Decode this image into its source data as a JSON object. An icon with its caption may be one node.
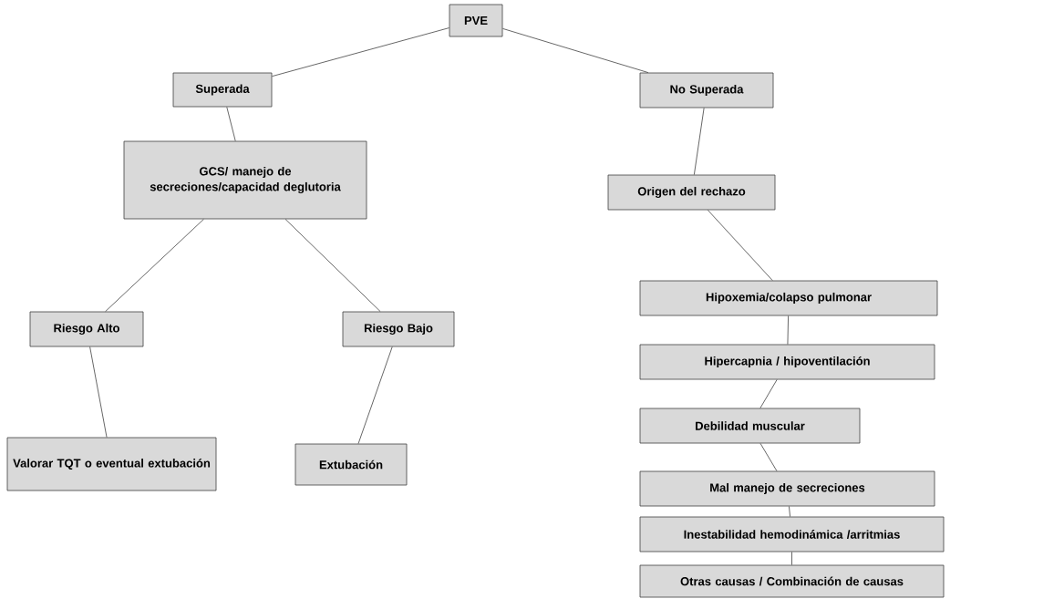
{
  "diagram": {
    "nodes": [
      {
        "text": [
          "PVE"
        ]
      },
      {
        "text": [
          "Superada"
        ]
      },
      {
        "text": [
          "No Superada"
        ]
      },
      {
        "text": [
          "GCS/ manejo de secreciones/capacidad deglutoria"
        ]
      },
      {
        "text": [
          "Origen del rechazo"
        ]
      },
      {
        "text": [
          "Riesgo Alto"
        ]
      },
      {
        "text": [
          "Riesgo Bajo"
        ]
      },
      {
        "text": [
          "Hipoxemia/colapso pulmonar"
        ]
      },
      {
        "text": [
          "Hipercapnia / hipoventilación"
        ]
      },
      {
        "text": [
          "Debilidad muscular"
        ]
      },
      {
        "text": [
          "Mal manejo de secreciones"
        ]
      },
      {
        "text": [
          "Inestabilidad hemodinámica /arritmias"
        ]
      },
      {
        "text": [
          "Otras causas / Combinación de causas"
        ]
      },
      {
        "text": [
          "Valorar TQT o eventual extubación"
        ]
      },
      {
        "text": [
          "Extubación"
        ]
      }
    ],
    "edges": [
      {
        "from": 0,
        "to": 1,
        "arrow": "none"
      },
      {
        "from": 0,
        "to": 2,
        "arrow": "none"
      },
      {
        "from": 1,
        "to": 3,
        "arrow": "none"
      },
      {
        "from": 2,
        "to": 4,
        "arrow": "none"
      },
      {
        "from": 3,
        "to": 5,
        "arrow": "none"
      },
      {
        "from": 3,
        "to": 6,
        "arrow": "none"
      },
      {
        "from": 4,
        "to": 7,
        "arrow": "none"
      },
      {
        "from": 7,
        "to": 8,
        "arrow": "none"
      },
      {
        "from": 8,
        "to": 9,
        "arrow": "none"
      },
      {
        "from": 9,
        "to": 10,
        "arrow": "none"
      },
      {
        "from": 10,
        "to": 11,
        "arrow": "none"
      },
      {
        "from": 11,
        "to": 12,
        "arrow": "none"
      },
      {
        "from": 5,
        "to": 13,
        "arrow": "none"
      },
      {
        "from": 6,
        "to": 14,
        "arrow": "none"
      }
    ]
  }
}
